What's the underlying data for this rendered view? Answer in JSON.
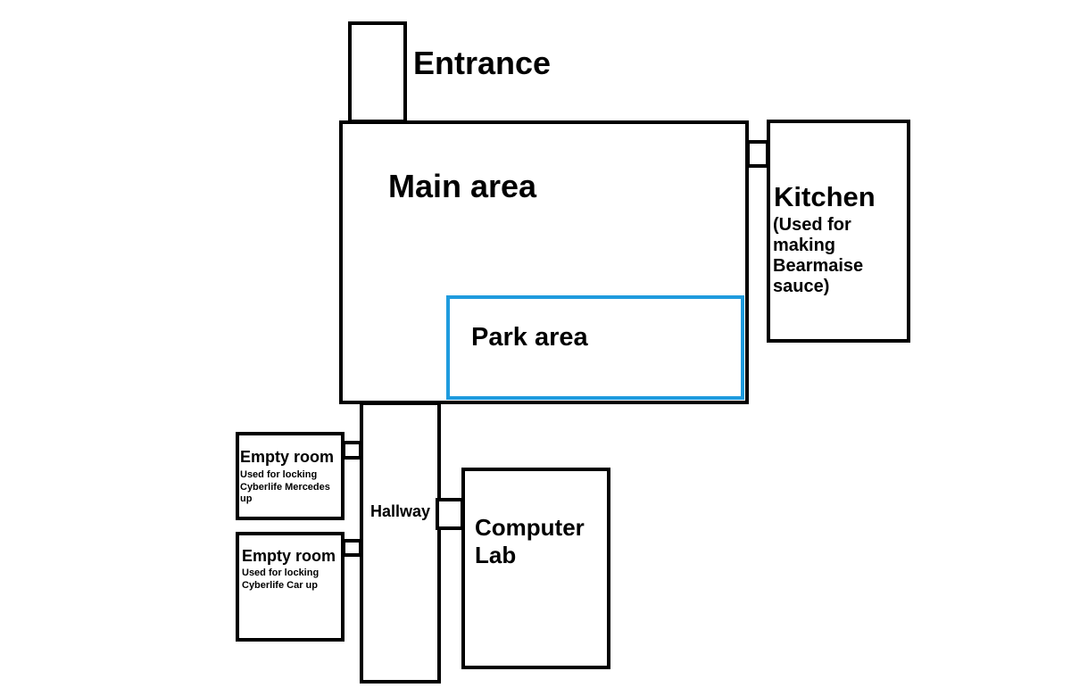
{
  "rooms": {
    "entrance": {
      "label": "Entrance"
    },
    "main_area": {
      "label": "Main area"
    },
    "park_area": {
      "label": "Park area"
    },
    "kitchen": {
      "label": "Kitchen",
      "note": "(Used for\nmaking\nBearmaise\nsauce)"
    },
    "hallway": {
      "label": "Hallway"
    },
    "empty_room_1": {
      "label": "Empty room",
      "note": "Used for locking\nCyberlife Mercedes\nup"
    },
    "empty_room_2": {
      "label": "Empty room",
      "note": "Used for locking\nCyberlife Car up"
    },
    "computer_lab": {
      "label": "Computer\nLab"
    }
  },
  "colors": {
    "outline": "#000000",
    "park_outline": "#1f9bde",
    "background": "#ffffff"
  }
}
